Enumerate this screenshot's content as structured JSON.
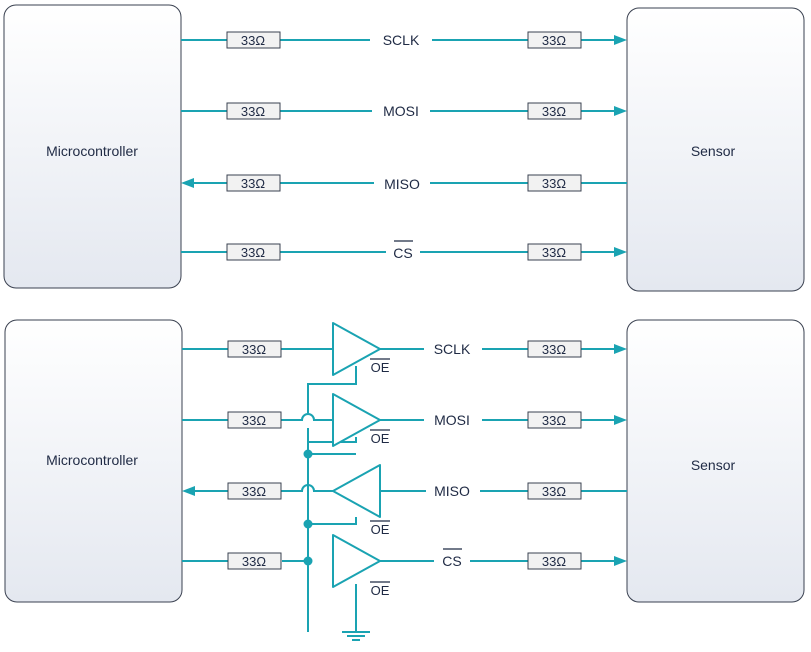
{
  "colors": {
    "wire": "#1aa3b2",
    "box_fill_top": "#ffffff",
    "box_fill_bottom": "#e4e8f0",
    "box_stroke": "#3a4150",
    "resistor_fill": "#f2f2f2",
    "text": "#1f2a44"
  },
  "top_diagram": {
    "left_box": "Microcontroller",
    "right_box": "Sensor",
    "signals": [
      {
        "name": "SCLK",
        "overline": false,
        "direction": "to-sensor",
        "resistor_left": "33Ω",
        "resistor_right": "33Ω"
      },
      {
        "name": "MOSI",
        "overline": false,
        "direction": "to-sensor",
        "resistor_left": "33Ω",
        "resistor_right": "33Ω"
      },
      {
        "name": "MISO",
        "overline": false,
        "direction": "to-microcontroller",
        "resistor_left": "33Ω",
        "resistor_right": "33Ω"
      },
      {
        "name": "CS",
        "overline": true,
        "direction": "to-sensor",
        "resistor_left": "33Ω",
        "resistor_right": "33Ω"
      }
    ]
  },
  "bottom_diagram": {
    "left_box": "Microcontroller",
    "right_box": "Sensor",
    "buffer_enable_label": "OE",
    "signals": [
      {
        "name": "SCLK",
        "overline": false,
        "direction": "to-sensor",
        "resistor_left": "33Ω",
        "resistor_right": "33Ω"
      },
      {
        "name": "MOSI",
        "overline": false,
        "direction": "to-sensor",
        "resistor_left": "33Ω",
        "resistor_right": "33Ω"
      },
      {
        "name": "MISO",
        "overline": false,
        "direction": "to-microcontroller",
        "resistor_left": "33Ω",
        "resistor_right": "33Ω"
      },
      {
        "name": "CS",
        "overline": true,
        "direction": "to-sensor",
        "resistor_left": "33Ω",
        "resistor_right": "33Ω"
      }
    ]
  }
}
